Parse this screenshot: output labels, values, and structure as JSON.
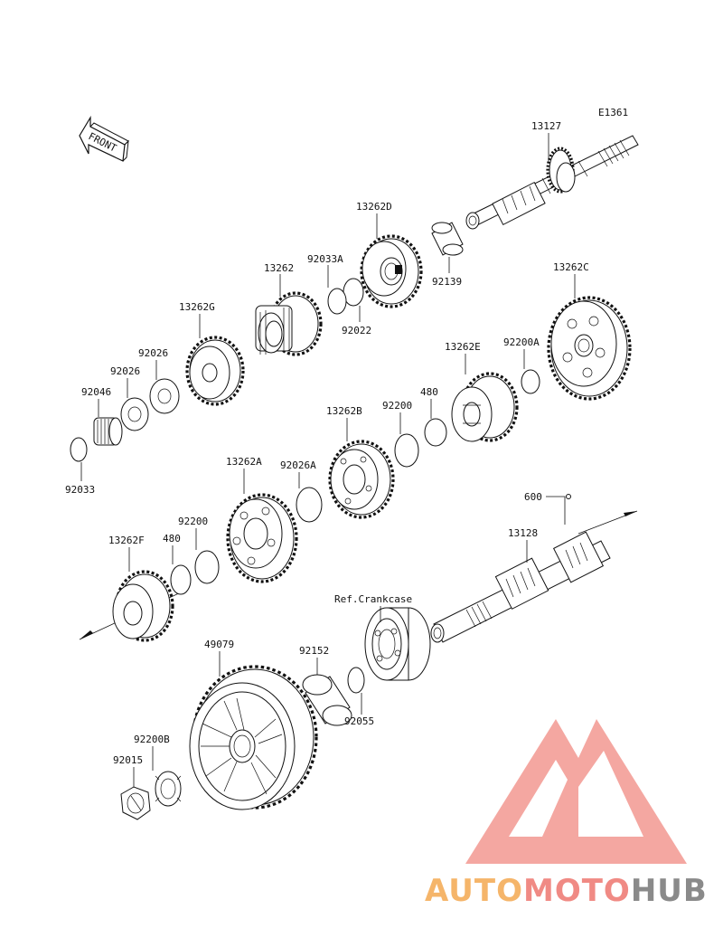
{
  "diagram": {
    "code": "E1361",
    "front_badge": "FRONT",
    "reference_text": "Ref.Crankcase",
    "labels": [
      {
        "id": "13127",
        "text": "13127"
      },
      {
        "id": "13262D",
        "text": "13262D"
      },
      {
        "id": "92033A",
        "text": "92033A"
      },
      {
        "id": "13262",
        "text": "13262"
      },
      {
        "id": "92139",
        "text": "92139"
      },
      {
        "id": "92022",
        "text": "92022"
      },
      {
        "id": "13262G",
        "text": "13262G"
      },
      {
        "id": "13262C",
        "text": "13262C"
      },
      {
        "id": "92026a",
        "text": "92026"
      },
      {
        "id": "92026b",
        "text": "92026"
      },
      {
        "id": "92046",
        "text": "92046"
      },
      {
        "id": "13262E",
        "text": "13262E"
      },
      {
        "id": "92200A",
        "text": "92200A"
      },
      {
        "id": "480a",
        "text": "480"
      },
      {
        "id": "92200a",
        "text": "92200"
      },
      {
        "id": "13262B",
        "text": "13262B"
      },
      {
        "id": "92033",
        "text": "92033"
      },
      {
        "id": "13262A",
        "text": "13262A"
      },
      {
        "id": "92026A",
        "text": "92026A"
      },
      {
        "id": "600",
        "text": "600"
      },
      {
        "id": "92200b",
        "text": "92200"
      },
      {
        "id": "13128",
        "text": "13128"
      },
      {
        "id": "13262F",
        "text": "13262F"
      },
      {
        "id": "480b",
        "text": "480"
      },
      {
        "id": "49079",
        "text": "49079"
      },
      {
        "id": "92152",
        "text": "92152"
      },
      {
        "id": "92055",
        "text": "92055"
      },
      {
        "id": "92200B",
        "text": "92200B"
      },
      {
        "id": "92015",
        "text": "92015"
      }
    ]
  },
  "watermark": {
    "auto": "AUTO",
    "moto": "MOTO",
    "hub": "HUB",
    "colors": {
      "auto": "#f5b56a",
      "moto": "#f08a84",
      "hub": "#8a8a8a",
      "triangle": "#f3a29c"
    }
  }
}
